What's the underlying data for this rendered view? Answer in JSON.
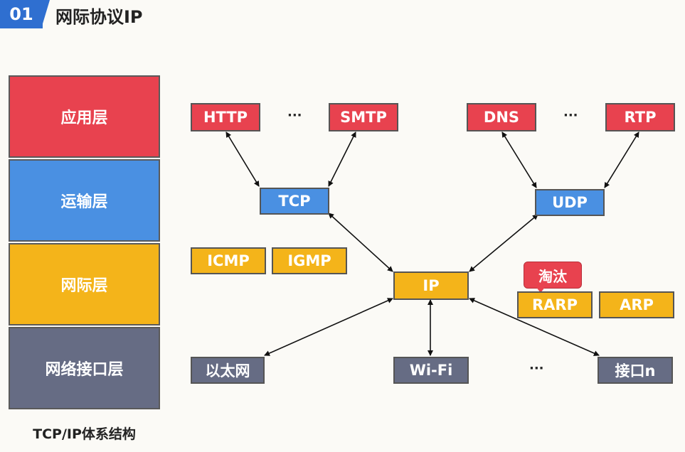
{
  "header": {
    "number": "01",
    "title": "网际协议IP"
  },
  "layers": [
    {
      "label": "应用层",
      "color": "#e8424f"
    },
    {
      "label": "运输层",
      "color": "#4a90e2"
    },
    {
      "label": "网际层",
      "color": "#f4b41a"
    },
    {
      "label": "网络接口层",
      "color": "#666c84"
    }
  ],
  "stack_caption": "TCP/IP体系结构",
  "application": {
    "http": "HTTP",
    "smtp": "SMTP",
    "dns": "DNS",
    "rtp": "RTP",
    "dots": "···"
  },
  "transport": {
    "tcp": "TCP",
    "udp": "UDP"
  },
  "internet": {
    "icmp": "ICMP",
    "igmp": "IGMP",
    "ip": "IP",
    "rarp": "RARP",
    "arp": "ARP",
    "obsolete_tag": "淘汰"
  },
  "link": {
    "ethernet": "以太网",
    "wifi": "Wi-Fi",
    "dots": "···",
    "interface_n": "接口n"
  }
}
